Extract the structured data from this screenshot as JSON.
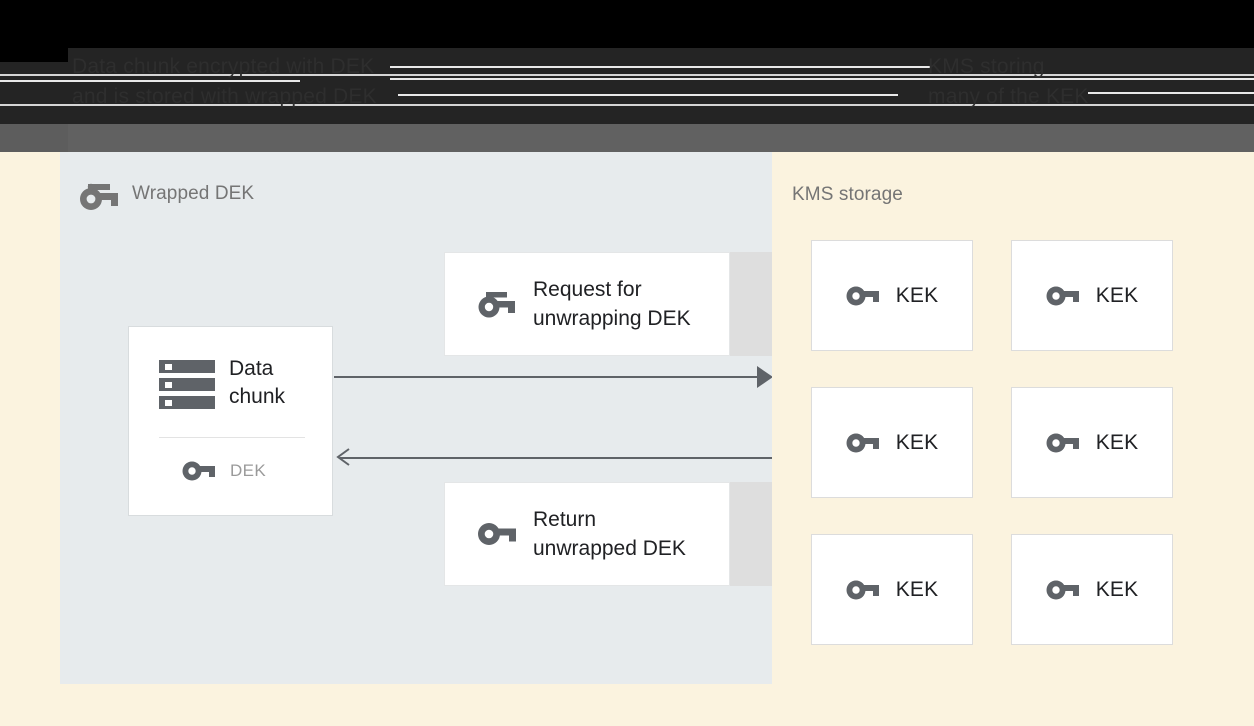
{
  "header": {
    "caption_left": "Data chunk encrypted with DEK\nand is stored with wrapped DEK",
    "caption_right": "KMS storing\nmany of the KEK"
  },
  "left_panel": {
    "title": "Wrapped DEK",
    "title_icon": "key-icon",
    "data_chunk_card": {
      "icon": "storage-stack-icon",
      "label": "Data\nchunk",
      "dek_icon": "key-icon",
      "dek_label": "DEK"
    },
    "messages": [
      {
        "icon": "key-icon",
        "label": "Request for\nunwrapping DEK"
      },
      {
        "icon": "key-icon",
        "label": "Return\nunwrapped DEK"
      }
    ],
    "arrows": [
      {
        "name": "request-arrow",
        "direction": "right"
      },
      {
        "name": "response-arrow",
        "direction": "left"
      }
    ]
  },
  "right_panel": {
    "title": "KMS storage",
    "kek_cards": [
      {
        "icon": "key-icon",
        "label": "KEK"
      },
      {
        "icon": "key-icon",
        "label": "KEK"
      },
      {
        "icon": "key-icon",
        "label": "KEK"
      },
      {
        "icon": "key-icon",
        "label": "KEK"
      },
      {
        "icon": "key-icon",
        "label": "KEK"
      },
      {
        "icon": "key-icon",
        "label": "KEK"
      }
    ]
  },
  "colors": {
    "left_panel_bg": "#e7ebed",
    "right_panel_bg": "#fbf3df",
    "card_bg": "#ffffff",
    "icon_gray": "#5f6368",
    "title_gray": "#757575",
    "text_dark": "#202124",
    "arrow_gray": "#5f6368",
    "strip_gray": "#dedede",
    "topbar_black": "#000000",
    "topbar_dark": "#242424",
    "topbar_gray": "#616161"
  }
}
